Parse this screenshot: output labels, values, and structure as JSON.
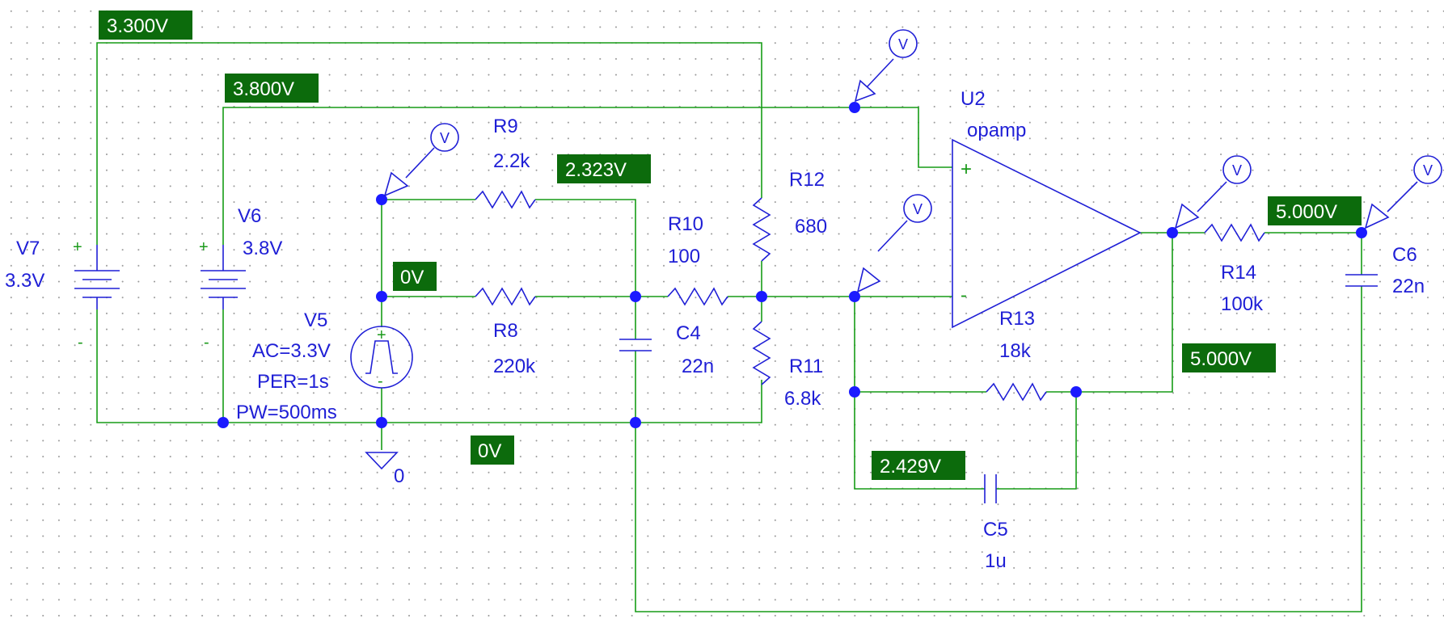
{
  "colors": {
    "wire": "#169c16",
    "component": "#1f1fd6",
    "node": "#1b1bff",
    "tag_bg": "#0c6b0c",
    "tag_text": "#ffffff"
  },
  "voltage_tags": [
    "3.300V",
    "3.800V",
    "2.323V",
    "0V",
    "0V",
    "5.000V",
    "5.000V",
    "2.429V"
  ],
  "components": {
    "V7": {
      "ref": "V7",
      "value": "3.3V",
      "plus": "+",
      "minus": "-"
    },
    "V6": {
      "ref": "V6",
      "value": "3.8V",
      "plus": "+",
      "minus": "-"
    },
    "V5": {
      "ref": "V5",
      "ac": "AC=3.3V",
      "per": "PER=1s",
      "pw": "PW=500ms",
      "plus": "+",
      "minus": "-"
    },
    "R9": {
      "ref": "R9",
      "value": "2.2k"
    },
    "R8": {
      "ref": "R8",
      "value": "220k"
    },
    "R10": {
      "ref": "R10",
      "value": "100"
    },
    "R12": {
      "ref": "R12",
      "value": "680"
    },
    "R11": {
      "ref": "R11",
      "value": "6.8k"
    },
    "C4": {
      "ref": "C4",
      "value": "22n"
    },
    "U2": {
      "ref": "U2",
      "value": "opamp",
      "plus": "+",
      "minus": "-"
    },
    "R13": {
      "ref": "R13",
      "value": "18k"
    },
    "R14": {
      "ref": "R14",
      "value": "100k"
    },
    "C5": {
      "ref": "C5",
      "value": "1u"
    },
    "C6": {
      "ref": "C6",
      "value": "22n"
    }
  },
  "ground": {
    "label": "0"
  },
  "probe_letter": "V"
}
